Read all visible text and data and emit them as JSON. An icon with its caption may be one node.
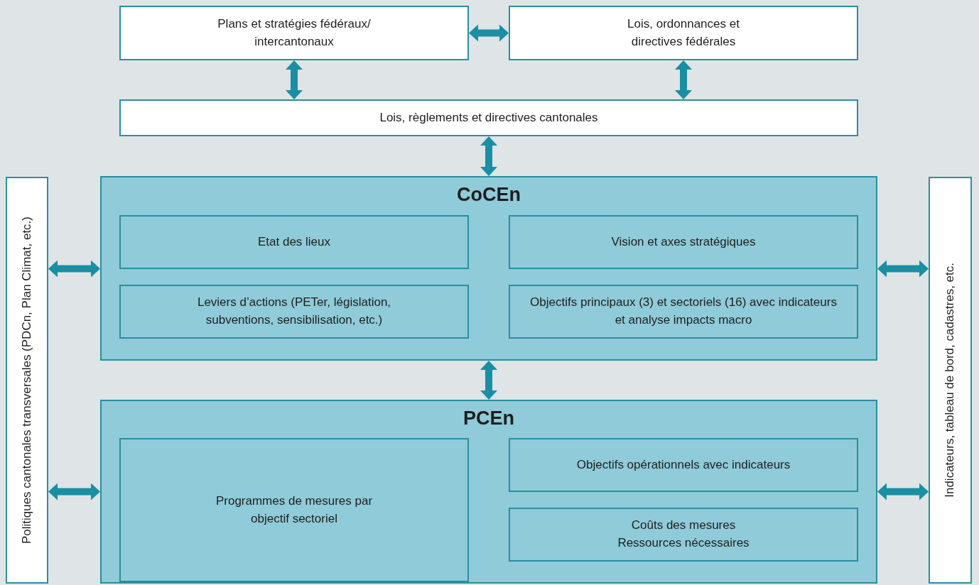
{
  "diagram": {
    "nodes": [
      {
        "text": [
          "Plans et stratégies fédéraux/ intercantonaux"
        ]
      },
      {
        "text": [
          "Lois, ordonnances et directives fédérales"
        ]
      },
      {
        "text": [
          "Lois, règlements et directives cantonales"
        ]
      },
      {
        "text": [
          "CoCEn"
        ]
      },
      {
        "text": [
          "Etat des lieux"
        ],
        "in": 3
      },
      {
        "text": [
          "Vision et axes stratégiques"
        ],
        "in": 3
      },
      {
        "text": [
          "Leviers d’actions (PETer, législation, subventions, sensibilisation, etc.)"
        ],
        "in": 3
      },
      {
        "text": [
          "Objectifs principaux (3) et sectoriels (16) avec indicateurs et analyse impacts macro"
        ],
        "in": 3
      },
      {
        "text": [
          "PCEn"
        ]
      },
      {
        "text": [
          "Programmes de mesures par objectif sectoriel"
        ],
        "in": 8
      },
      {
        "text": [
          "Objectifs opérationnels avec indicateurs"
        ],
        "in": 8
      },
      {
        "text": [
          "Coûts des mesures",
          "Ressources nécessaires"
        ],
        "in": 8
      },
      {
        "text": [
          "Politiques cantonales transversales (PDCn, Plan Climat, etc.)"
        ]
      },
      {
        "text": [
          "Indicateurs, tableau de bord, cadastres, etc."
        ]
      }
    ],
    "edges": [
      {
        "from": 0,
        "to": 1,
        "arrow": "both"
      },
      {
        "from": 0,
        "to": 2,
        "arrow": "both"
      },
      {
        "from": 1,
        "to": 2,
        "arrow": "both"
      },
      {
        "from": 2,
        "to": 3,
        "arrow": "both"
      },
      {
        "from": 3,
        "to": 8,
        "arrow": "both"
      },
      {
        "from": 12,
        "to": 3,
        "arrow": "both"
      },
      {
        "from": 3,
        "to": 13,
        "arrow": "both"
      },
      {
        "from": 12,
        "to": 8,
        "arrow": "both"
      },
      {
        "from": 8,
        "to": 13,
        "arrow": "both"
      }
    ]
  }
}
